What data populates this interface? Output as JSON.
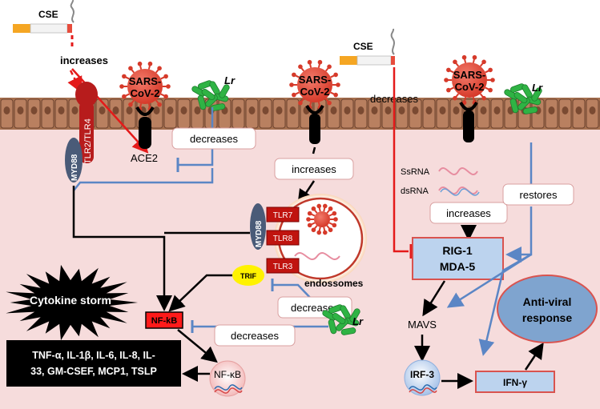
{
  "colors": {
    "background": "#f6dcdc",
    "membrane": "#a6704f",
    "red_arrow": "#e41a1a",
    "blue_inhibit": "#5b86c5",
    "receptor_red": "#b71c1c",
    "myd88": "#4a5b78",
    "trif": "#fff200",
    "virus": "#e74c3c",
    "bacteria": "#2fb344",
    "cyto_box": "#000000",
    "nfkb_box": "#ff1a1a",
    "rig_box": "#bcd3ee",
    "antiviral": "#7fa4cf"
  },
  "left": {
    "cse_label": "CSE",
    "increases": "increases",
    "sars_line1": "SARS-",
    "sars_line2": "CoV-2",
    "lr": "Lr",
    "tlr2_tlr4": "TLR2/TLR4",
    "myd88": "MYD88",
    "ace2": "ACE2",
    "decreases": "decreases"
  },
  "middle": {
    "sars_line1": "SARS-",
    "sars_line2": "CoV-2",
    "increases": "increases",
    "myd88": "MYD88",
    "tlr7": "TLR7",
    "tlr8": "TLR8",
    "tlr3": "TLR3",
    "trif": "TRIF",
    "endosomes": "endossomes",
    "decreases_trif": "decreases",
    "decreases_nfkb": "decreases",
    "lr": "Lr"
  },
  "bottom_left": {
    "cytokine_storm": "Cytokine storm",
    "nfkb_box": "NF-kB",
    "nfkb_dna": "NF-κB",
    "cytokines_line1": "TNF-α, IL-1β, IL-6, IL-8, IL-",
    "cytokines_line2": "33, GM-CSEF, MCP1, TSLP"
  },
  "right": {
    "cse_label": "CSE",
    "decreases": "decreases",
    "sars_line1": "SARS-",
    "sars_line2": "CoV-2",
    "lr": "Lr",
    "ssrna": "SsRNA",
    "dsrna": "dsRNA",
    "increases": "increases",
    "restores": "restores",
    "rig1": "RIG-1",
    "mda5": "MDA-5",
    "mavs": "MAVS",
    "irf3": "IRF-3",
    "ifn": "IFN-γ",
    "antiviral_line1": "Anti-viral",
    "antiviral_line2": "response"
  }
}
